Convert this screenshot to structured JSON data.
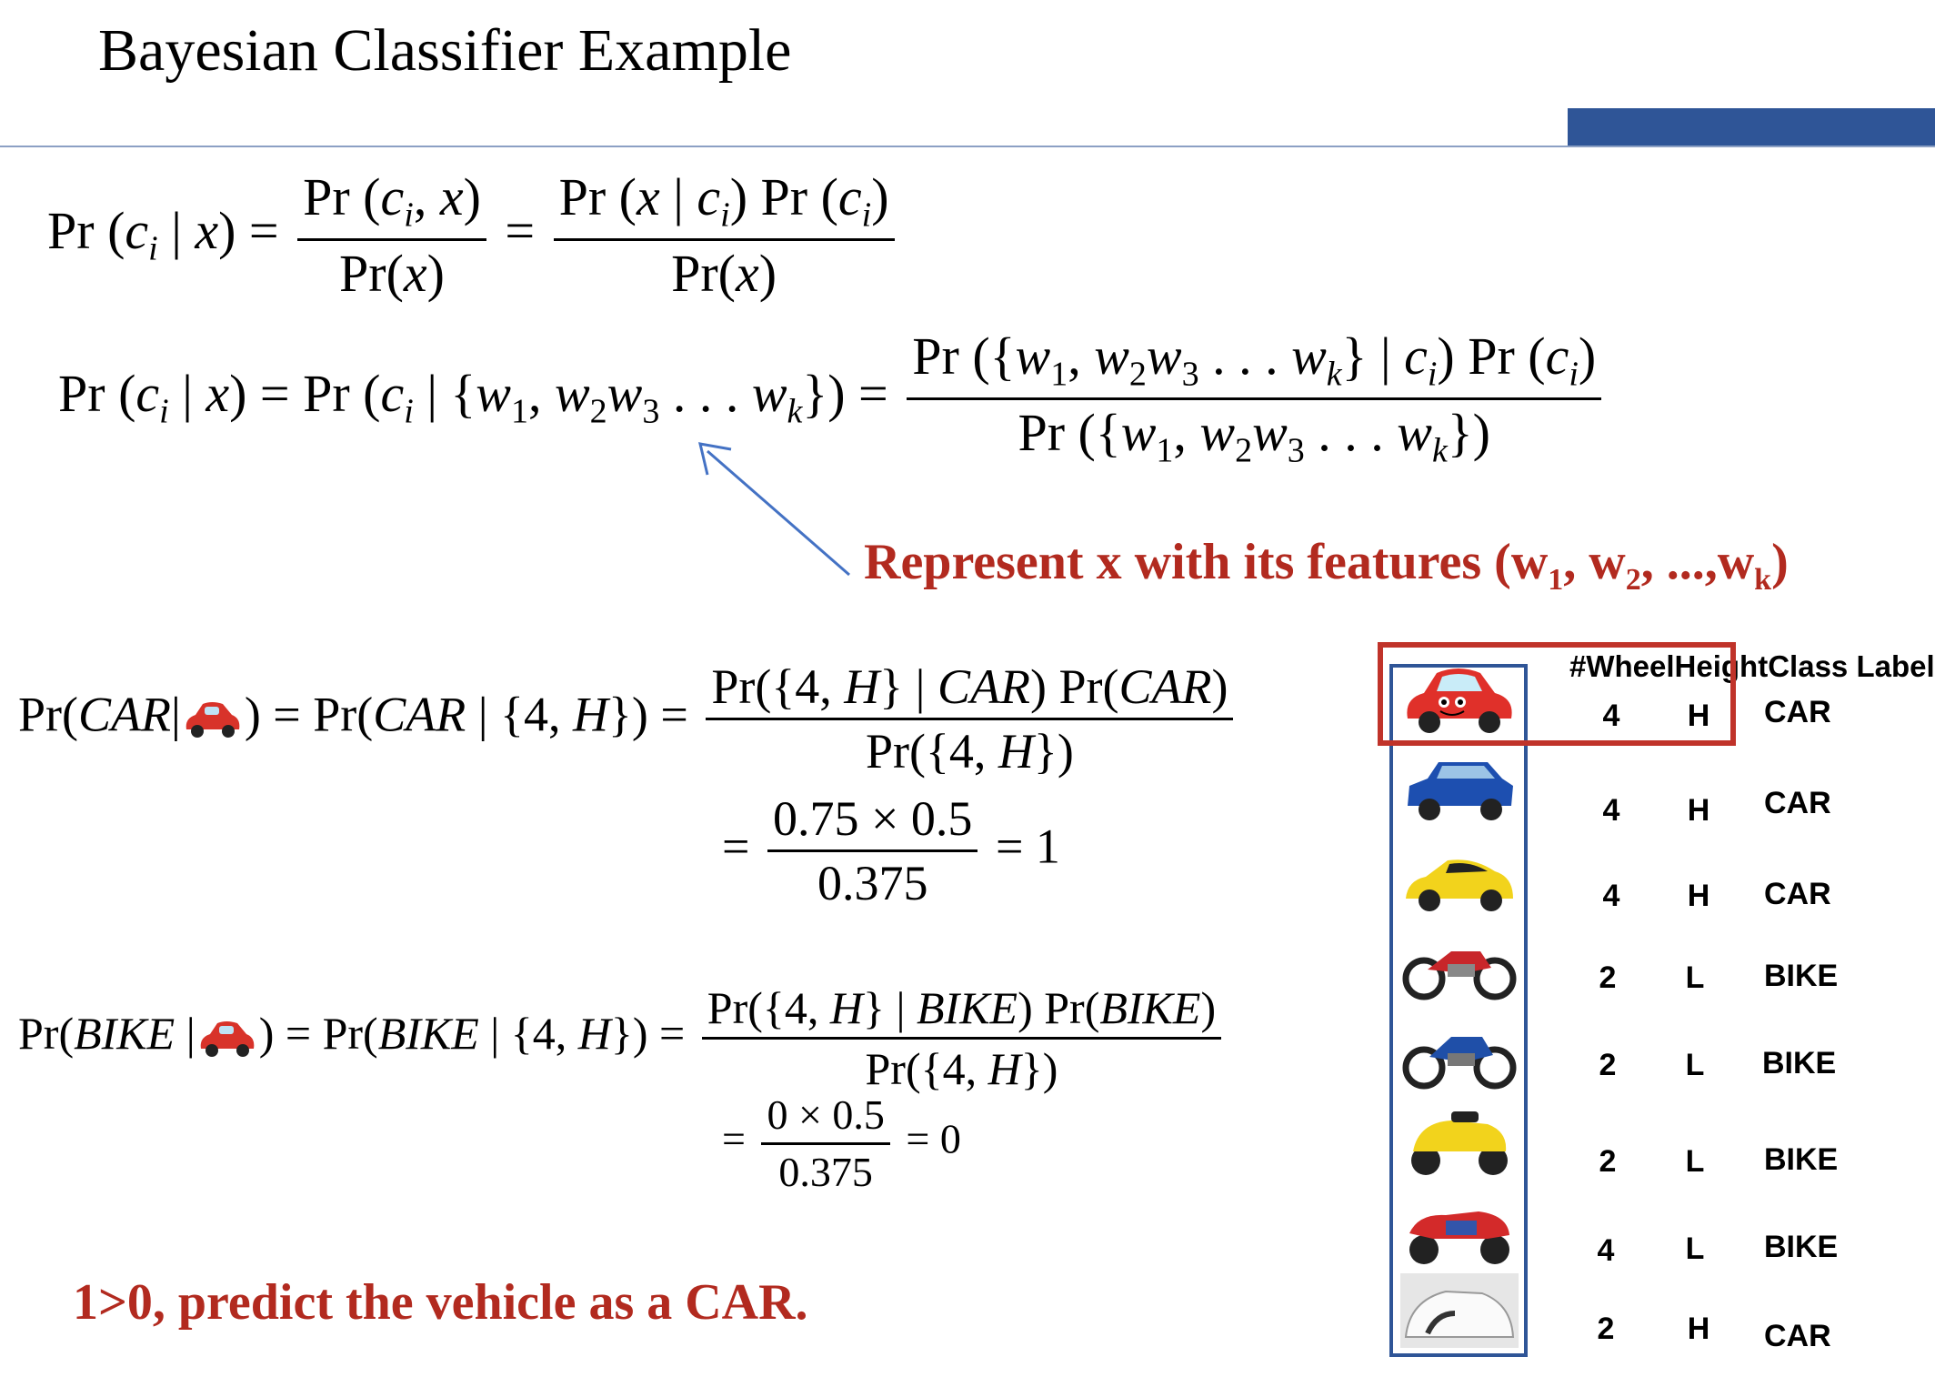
{
  "title": "Bayesian Classifier Example",
  "annotation": "Represent x with its features (w",
  "annotation_sub1": "1",
  "annotation_mid": ", w",
  "annotation_sub2": "2",
  "annotation_mid2": ", ...,w",
  "annotation_subk": "k",
  "annotation_end": ")",
  "conclusion": "1>0, predict the vehicle as a CAR.",
  "table": {
    "headers": [
      "#Wheel",
      "Height",
      "Class Label"
    ],
    "rows": [
      {
        "wheels": "4",
        "height": "H",
        "label": "CAR",
        "icon": "red-cartoon-car-icon"
      },
      {
        "wheels": "4",
        "height": "H",
        "label": "CAR",
        "icon": "blue-suv-icon"
      },
      {
        "wheels": "4",
        "height": "H",
        "label": "CAR",
        "icon": "yellow-sports-car-icon"
      },
      {
        "wheels": "2",
        "height": "L",
        "label": "BIKE",
        "icon": "red-motorcycle-icon"
      },
      {
        "wheels": "2",
        "height": "L",
        "label": "BIKE",
        "icon": "blue-motorcycle-icon"
      },
      {
        "wheels": "2",
        "height": "L",
        "label": "BIKE",
        "icon": "yellow-toy-bike-icon"
      },
      {
        "wheels": "4",
        "height": "L",
        "label": "BIKE",
        "icon": "red-quad-bike-icon"
      },
      {
        "wheels": "2",
        "height": "H",
        "label": "CAR",
        "icon": "white-car-icon"
      }
    ]
  },
  "colors": {
    "accent": "#2f5597",
    "highlight": "#c0332a",
    "red_text": "#b22a1f"
  }
}
